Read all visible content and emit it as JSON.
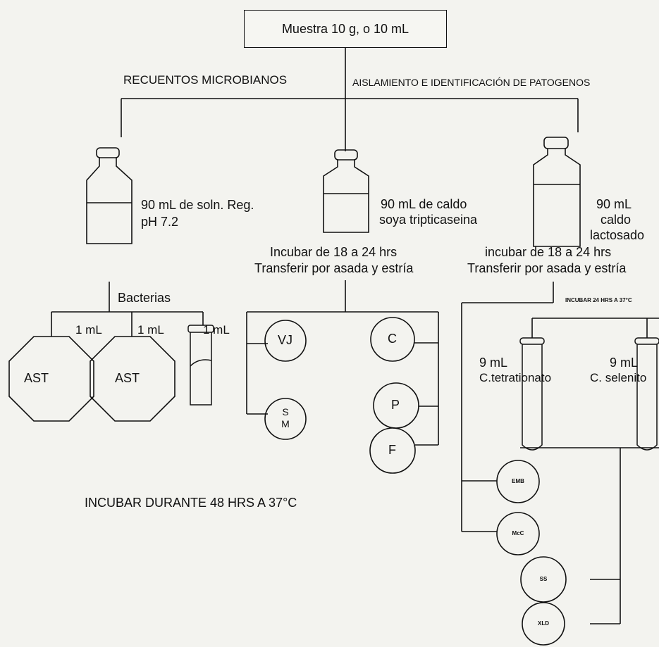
{
  "root": "Muestra 10 g, o 10 mL",
  "branches": {
    "left": "RECUENTOS MICROBIANOS",
    "right": "AISLAMIENTO E IDENTIFICACIÓN DE PATOGENOS"
  },
  "bottles": [
    {
      "id": "regulador",
      "lines": [
        "90 mL de soln. Reg.",
        "pH 7.2"
      ]
    },
    {
      "id": "tripticaseina",
      "lines": [
        "90 mL de caldo",
        "soya tripticaseina"
      ]
    },
    {
      "id": "lactosado",
      "lines": [
        "90 mL",
        "caldo",
        "lactosado"
      ]
    }
  ],
  "incubation": {
    "middle": [
      "Incubar de 18 a 24 hrs",
      "Transferir por asada y estría"
    ],
    "right": [
      "incubar de 18 a 24 hrs",
      "Transferir por asada y estría"
    ],
    "enrichment": "INCUBAR 24 HRS A 37°C",
    "final": "INCUBAR DURANTE 48 HRS A 37°C"
  },
  "counts": {
    "title": "Bacterias",
    "aliquot": "1 mL",
    "plates": [
      "AST",
      "AST"
    ]
  },
  "middle_plates": {
    "left": [
      "VJ",
      "S M"
    ],
    "right": [
      "C",
      "P",
      "F"
    ]
  },
  "enrichment_tubes": [
    {
      "volume": "9 mL",
      "medium": "C.tetrationato"
    },
    {
      "volume": "9 mL",
      "medium": "C. selenito"
    }
  ],
  "selective_plates": [
    "EMB",
    "McC",
    "SS",
    "XLD"
  ]
}
